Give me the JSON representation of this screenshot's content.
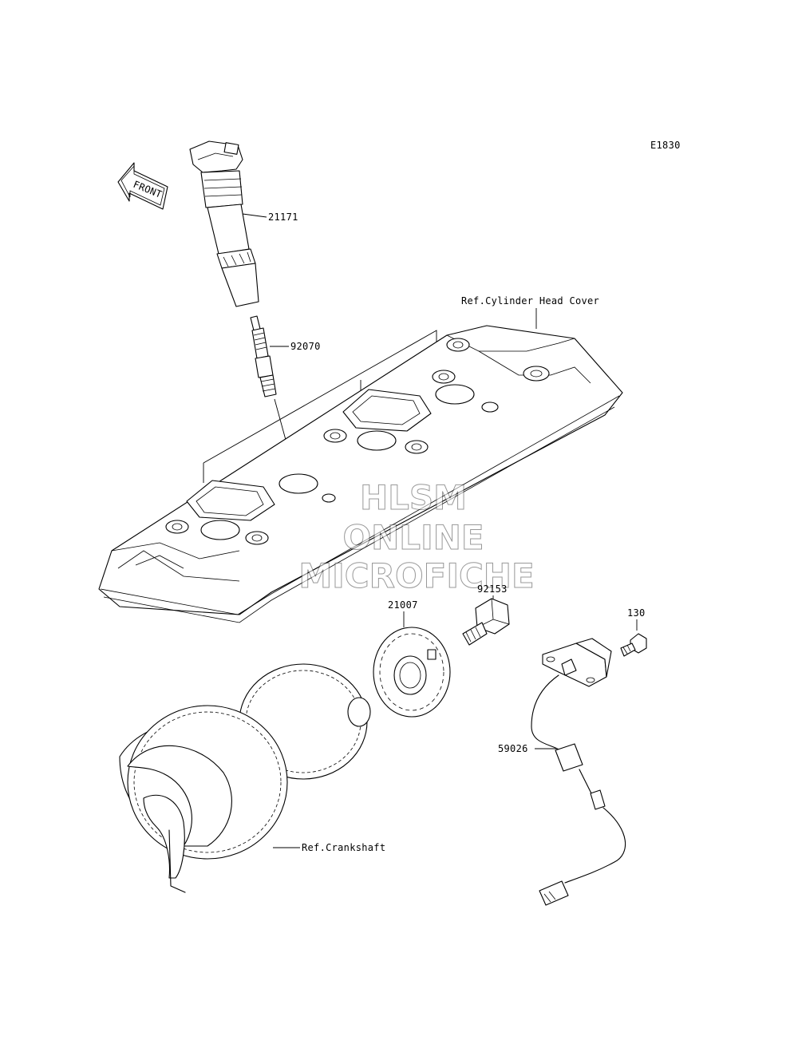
{
  "diagram_code": "E1830",
  "front_label": "FRONT",
  "parts": [
    {
      "number": "21171"
    },
    {
      "number": "92070"
    },
    {
      "number": "92153"
    },
    {
      "number": "21007"
    },
    {
      "number": "130"
    },
    {
      "number": "59026"
    }
  ],
  "references": {
    "cylinder_head_cover": "Ref.Cylinder Head Cover",
    "crankshaft": "Ref.Crankshaft"
  },
  "watermark": [
    "HLSM",
    "ONLINE",
    "MICROFICHE"
  ]
}
